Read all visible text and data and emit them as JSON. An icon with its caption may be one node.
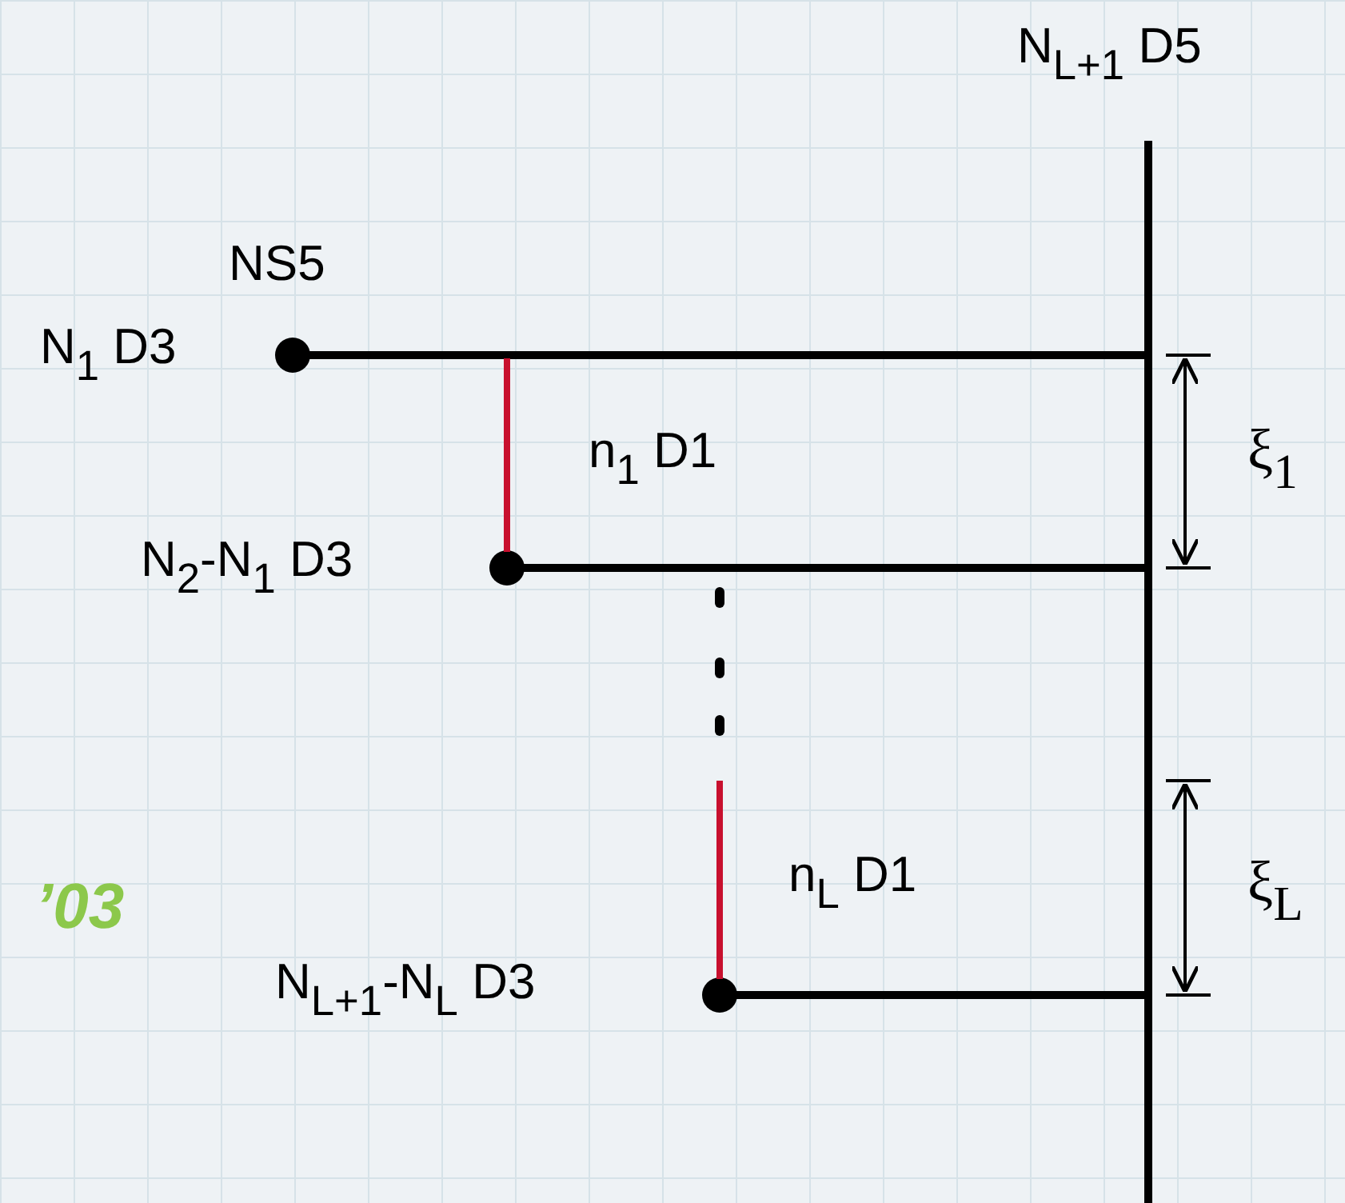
{
  "diagram": {
    "labels": [
      "N$_{L+1}$ D5",
      "NS5",
      "N$_{1}$ D3",
      "n$_{1}$ D1",
      "ξ$_{1}$",
      "N$_{2}$-N$_{1}$ D3",
      "’03",
      "n$_{L}$ D1",
      "ξ$_{L}$",
      "N$_{L+1}$-N$_{L}$ D3"
    ]
  }
}
